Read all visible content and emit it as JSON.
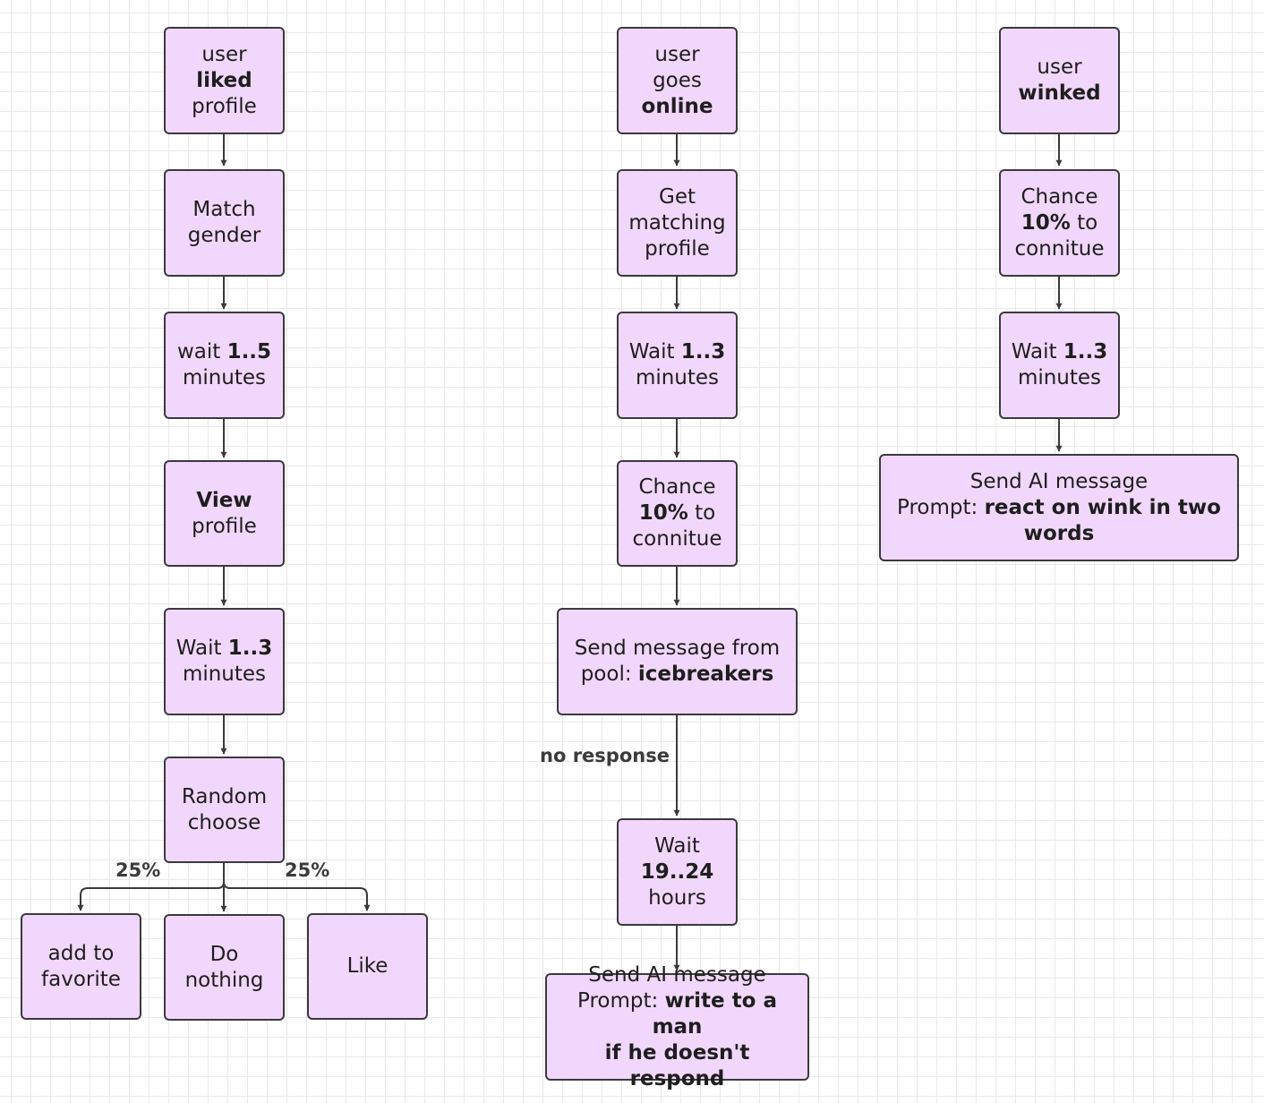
{
  "nodes": {
    "user_liked": [
      [
        {
          "t": "user",
          "b": false
        }
      ],
      [
        {
          "t": "liked",
          "b": true
        }
      ],
      [
        {
          "t": "profile",
          "b": false
        }
      ]
    ],
    "match_gender": [
      [
        {
          "t": "Match",
          "b": false
        }
      ],
      [
        {
          "t": "gender",
          "b": false
        }
      ]
    ],
    "wait_1_5": [
      [
        {
          "t": "wait ",
          "b": false
        },
        {
          "t": "1..5",
          "b": true
        }
      ],
      [
        {
          "t": "minutes",
          "b": false
        }
      ]
    ],
    "view_profile": [
      [
        {
          "t": "View",
          "b": true
        }
      ],
      [
        {
          "t": "profile",
          "b": false
        }
      ]
    ],
    "wait_1_3_a": [
      [
        {
          "t": "Wait ",
          "b": false
        },
        {
          "t": "1..3",
          "b": true
        }
      ],
      [
        {
          "t": "minutes",
          "b": false
        }
      ]
    ],
    "random_choose": [
      [
        {
          "t": "Random",
          "b": false
        }
      ],
      [
        {
          "t": "choose",
          "b": false
        }
      ]
    ],
    "add_favorite": [
      [
        {
          "t": "add to",
          "b": false
        }
      ],
      [
        {
          "t": "favorite",
          "b": false
        }
      ]
    ],
    "do_nothing": [
      [
        {
          "t": "Do",
          "b": false
        }
      ],
      [
        {
          "t": "nothing",
          "b": false
        }
      ]
    ],
    "like": [
      [
        {
          "t": "Like",
          "b": false
        }
      ]
    ],
    "user_online": [
      [
        {
          "t": "user",
          "b": false
        }
      ],
      [
        {
          "t": "goes",
          "b": false
        }
      ],
      [
        {
          "t": "online",
          "b": true
        }
      ]
    ],
    "get_matching": [
      [
        {
          "t": "Get",
          "b": false
        }
      ],
      [
        {
          "t": "matching",
          "b": false
        }
      ],
      [
        {
          "t": "profile",
          "b": false
        }
      ]
    ],
    "wait_1_3_b": [
      [
        {
          "t": "Wait ",
          "b": false
        },
        {
          "t": "1..3",
          "b": true
        }
      ],
      [
        {
          "t": "minutes",
          "b": false
        }
      ]
    ],
    "chance_b": [
      [
        {
          "t": "Chance",
          "b": false
        }
      ],
      [
        {
          "t": "10%",
          "b": true
        },
        {
          "t": " to",
          "b": false
        }
      ],
      [
        {
          "t": "connitue",
          "b": false
        }
      ]
    ],
    "send_pool": [
      [
        {
          "t": "Send message from",
          "b": false
        }
      ],
      [
        {
          "t": "pool: ",
          "b": false
        },
        {
          "t": "icebreakers",
          "b": true
        }
      ]
    ],
    "wait_hours": [
      [
        {
          "t": "Wait",
          "b": false
        }
      ],
      [
        {
          "t": "19..24",
          "b": true
        }
      ],
      [
        {
          "t": "hours",
          "b": false
        }
      ]
    ],
    "send_ai_b": [
      [
        {
          "t": "Send AI message",
          "b": false
        }
      ],
      [
        {
          "t": "Prompt: ",
          "b": false
        },
        {
          "t": "write to a man",
          "b": true
        }
      ],
      [
        {
          "t": "if he doesn't respond",
          "b": true
        }
      ]
    ],
    "user_winked": [
      [
        {
          "t": "user",
          "b": false
        }
      ],
      [
        {
          "t": "winked",
          "b": true
        }
      ]
    ],
    "chance_c": [
      [
        {
          "t": "Chance",
          "b": false
        }
      ],
      [
        {
          "t": "10%",
          "b": true
        },
        {
          "t": " to",
          "b": false
        }
      ],
      [
        {
          "t": "connitue",
          "b": false
        }
      ]
    ],
    "wait_1_3_c": [
      [
        {
          "t": "Wait ",
          "b": false
        },
        {
          "t": "1..3",
          "b": true
        }
      ],
      [
        {
          "t": "minutes",
          "b": false
        }
      ]
    ],
    "send_ai_c": [
      [
        {
          "t": "Send AI message",
          "b": false
        }
      ],
      [
        {
          "t": "Prompt: ",
          "b": false
        },
        {
          "t": "react on wink in two",
          "b": true
        }
      ],
      [
        {
          "t": "words",
          "b": true
        }
      ]
    ]
  },
  "labels": {
    "pct_left": "25%",
    "pct_right": "25%",
    "no_response": "no response"
  },
  "colors": {
    "node_fill": "#f2d7fc",
    "node_border": "#3a3a3e",
    "arrow": "#3a3a3e"
  }
}
